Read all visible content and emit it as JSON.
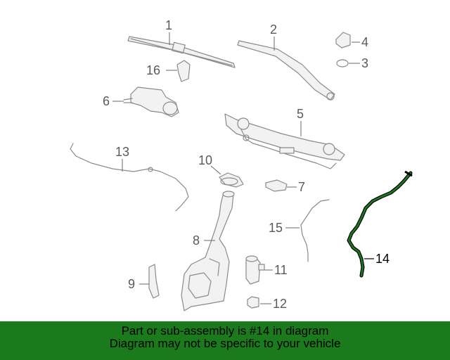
{
  "diagram": {
    "callouts": [
      "1",
      "2",
      "3",
      "4",
      "5",
      "6",
      "7",
      "8",
      "9",
      "10",
      "11",
      "12",
      "13",
      "14",
      "15",
      "16"
    ],
    "highlighted_part": "14",
    "highlight_color": "#1b7a1b"
  },
  "banner": {
    "line1": "Part or sub-assembly is #14 in diagram",
    "line2": "Diagram may not be specific to your vehicle",
    "background": "#1b7a1b"
  }
}
